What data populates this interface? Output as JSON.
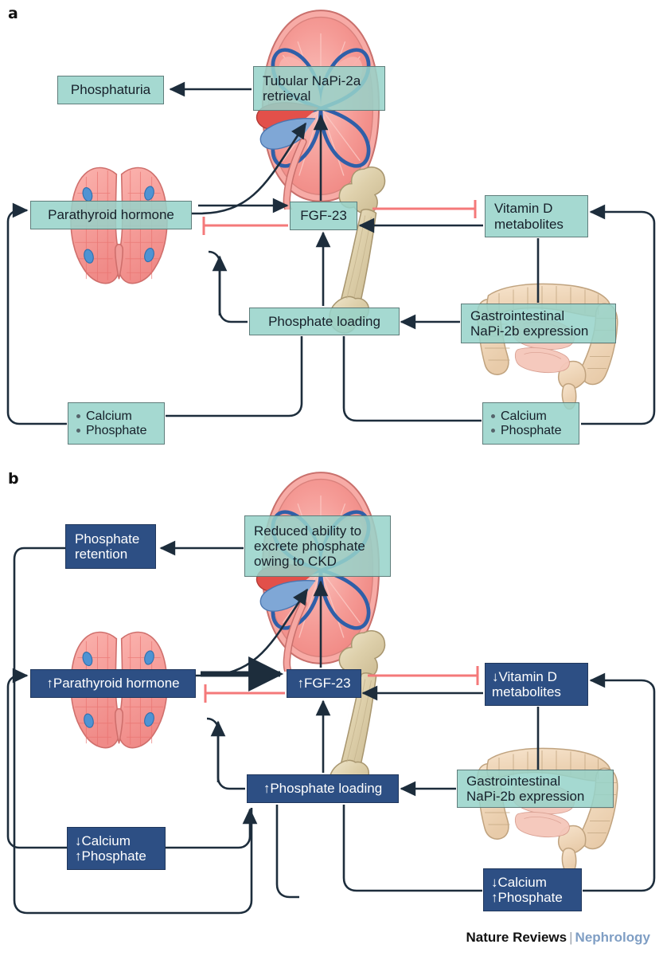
{
  "figure": {
    "panels": [
      {
        "letter": "a",
        "boxes": {
          "phosphaturia": "Phosphaturia",
          "tubular_napi2a": [
            "Tubular NaPi-2a",
            "retrieval"
          ],
          "parathyroid_hormone": "Parathyroid hormone",
          "fgf23": "FGF-23",
          "vitamin_d": [
            "Vitamin D",
            "metabolites"
          ],
          "phosphate_loading": "Phosphate loading",
          "gi_napi2b": [
            "Gastrointestinal",
            "NaPi-2b expression"
          ],
          "calcium_phosphate_left": [
            "Calcium",
            "Phosphate"
          ],
          "calcium_phosphate_right": [
            "Calcium",
            "Phosphate"
          ]
        }
      },
      {
        "letter": "b",
        "boxes": {
          "phosphate_retention": [
            "Phosphate",
            "retention"
          ],
          "reduced_ability": [
            "Reduced ability to",
            "excrete phosphate",
            "owing to CKD"
          ],
          "parathyroid_hormone": "↑Parathyroid hormone",
          "fgf23": "↑FGF-23",
          "vitamin_d": [
            "↓Vitamin D",
            "metabolites"
          ],
          "phosphate_loading": "↑Phosphate loading",
          "gi_napi2b": [
            "Gastrointestinal",
            "NaPi-2b expression"
          ],
          "calcium_phosphate_left": [
            "↓Calcium",
            "↑Phosphate"
          ],
          "calcium_phosphate_right": [
            "↓Calcium",
            "↑Phosphate"
          ]
        }
      }
    ],
    "footer": {
      "journal": "Nature Reviews",
      "separator": "|",
      "subject": "Nephrology"
    },
    "colors": {
      "teal_box_fill": "#96d3ca",
      "navy_box_fill": "#2d4f84",
      "arrow_dark": "#1d2d3c",
      "arrow_inhibit_red": "#f4797a",
      "kidney_pink": "#f4908d",
      "bone_tan": "#ddd0ad",
      "parathyroid_pink": "#f5a0a0",
      "intestine_tan": "#efd9bd",
      "journal_accent": "#7f9ec4"
    },
    "anatomy_icons": [
      "kidney-illustration",
      "parathyroid-gland-illustration",
      "femur-bone-illustration",
      "intestine-illustration"
    ]
  }
}
